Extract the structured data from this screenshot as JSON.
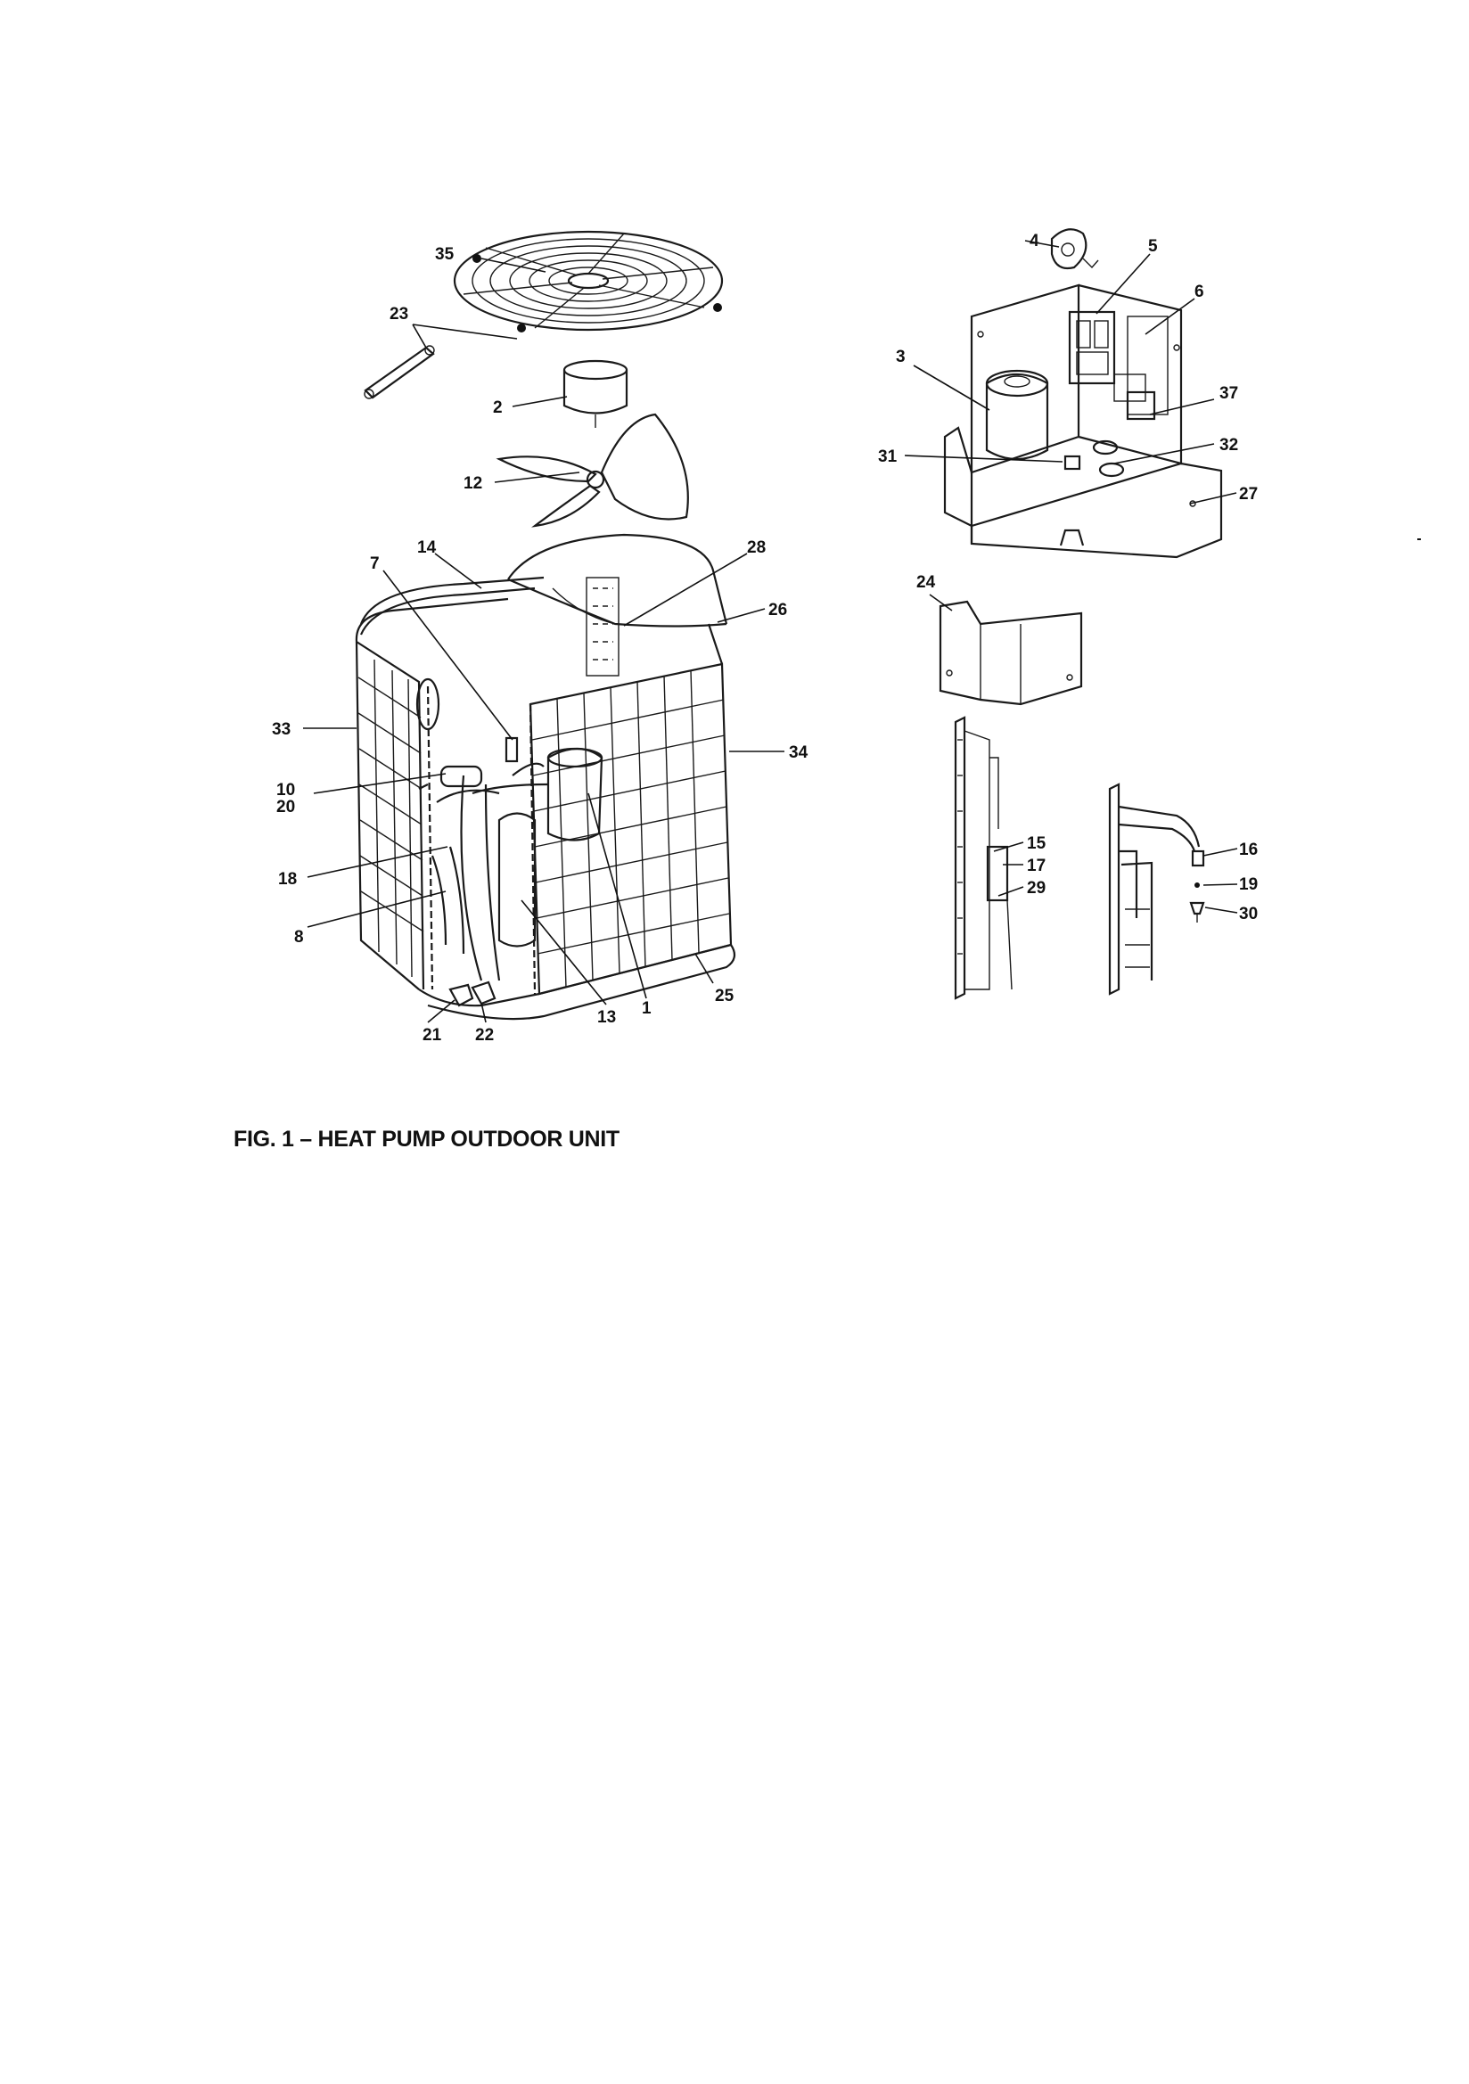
{
  "figure": {
    "caption": "FIG. 1 – HEAT PUMP OUTDOOR UNIT"
  },
  "parts": {
    "p1": "1",
    "p2": "2",
    "p3": "3",
    "p4": "4",
    "p5": "5",
    "p6": "6",
    "p7": "7",
    "p8": "8",
    "p10": "10",
    "p12": "12",
    "p13": "13",
    "p14": "14",
    "p15": "15",
    "p16": "16",
    "p17": "17",
    "p18": "18",
    "p19": "19",
    "p20": "20",
    "p21": "21",
    "p22": "22",
    "p23": "23",
    "p24": "24",
    "p25": "25",
    "p26": "26",
    "p27": "27",
    "p28": "28",
    "p29": "29",
    "p30": "30",
    "p31": "31",
    "p32": "32",
    "p33": "33",
    "p34": "34",
    "p35": "35",
    "p37": "37"
  }
}
